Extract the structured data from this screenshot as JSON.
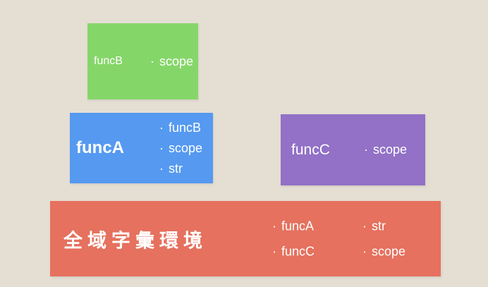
{
  "page": {
    "background": "#E4DED3"
  },
  "bullet": "·",
  "boxes": {
    "funcB": {
      "label": "funcB",
      "items": [
        "scope"
      ],
      "color": "#85D669"
    },
    "funcA": {
      "label": "funcA",
      "items": [
        "funcB",
        "scope",
        "str"
      ],
      "color": "#5599F0"
    },
    "funcC": {
      "label": "funcC",
      "items": [
        "scope"
      ],
      "color": "#9271C7"
    },
    "global": {
      "label": "全域字彙環境",
      "col1": [
        "funcA",
        "funcC"
      ],
      "col2": [
        "str",
        "scope"
      ],
      "color": "#E5715E"
    }
  }
}
